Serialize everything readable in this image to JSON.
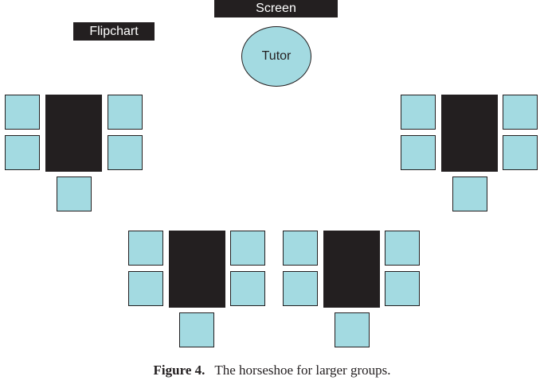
{
  "labels": {
    "screen": "Screen",
    "flipchart": "Flipchart",
    "tutor": "Tutor"
  },
  "caption": {
    "figure_label": "Figure 4.",
    "text": "The horseshoe for larger groups."
  },
  "colors": {
    "chair": "#a3dae1",
    "table": "#231f20",
    "label_bg": "#231f20",
    "background": "#ffffff"
  },
  "groups": [
    {
      "name": "left",
      "chairs": 5
    },
    {
      "name": "right",
      "chairs": 5
    },
    {
      "name": "bottom-left",
      "chairs": 5
    },
    {
      "name": "bottom-right",
      "chairs": 5
    }
  ]
}
